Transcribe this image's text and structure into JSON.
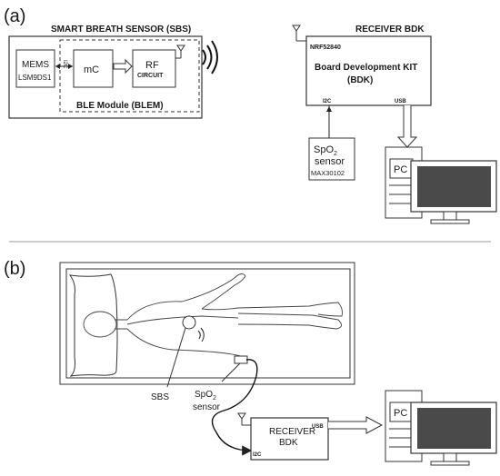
{
  "panel_a": {
    "label": "(a)",
    "sbs": {
      "title": "SMART BREATH SENSOR (SBS)",
      "mems_label": "MEMS",
      "mems_part": "LSM9DS1",
      "i2c_label": "I2C",
      "mc_label": "mC",
      "rf_label": "RF",
      "rf_sub": "CIRCUIT",
      "ble_label": "BLE  Module (BLEM)"
    },
    "receiver": {
      "title": "RECEIVER BDK",
      "chip": "NRF52840",
      "bdk_line1": "Board Development KIT",
      "bdk_line2": "(BDK)",
      "i2c_label": "I2C",
      "usb_label": "USB"
    },
    "spo2": {
      "line1": "SpO",
      "sub": "2",
      "line2": "sensor",
      "part": "MAX30102"
    },
    "pc_label": "PC"
  },
  "panel_b": {
    "label": "(b)",
    "sbs_label": "SBS",
    "spo2_line1": "SpO",
    "spo2_sub": "2",
    "spo2_line2": "sensor",
    "receiver_line1": "RECEIVER",
    "receiver_line2": "BDK",
    "usb_label": "USB",
    "i2c_label": "I2C",
    "pc_label": "PC"
  }
}
